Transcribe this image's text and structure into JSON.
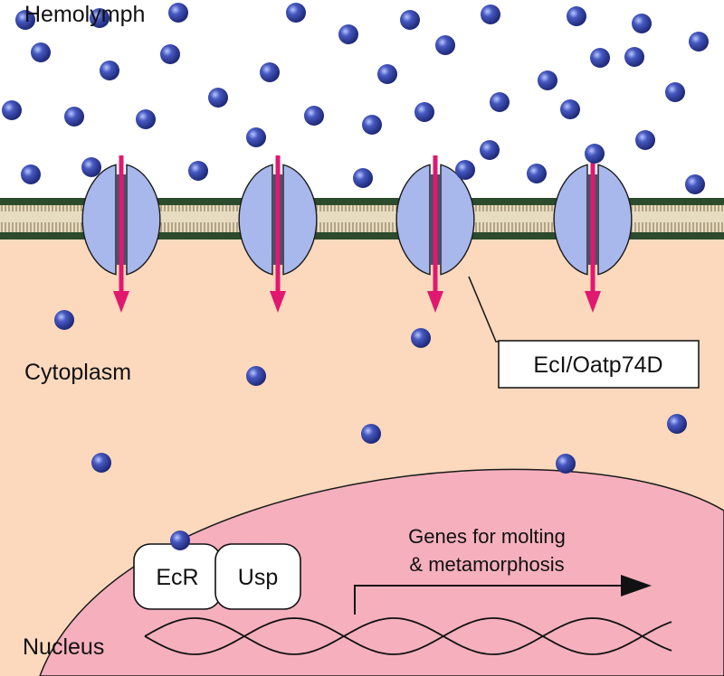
{
  "labels": {
    "hemolymph": "Hemolymph",
    "cytoplasm": "Cytoplasm",
    "nucleus": "Nucleus",
    "transporter": "EcI/Oatp74D",
    "ecr": "EcR",
    "usp": "Usp",
    "genes_line1": "Genes for molting",
    "genes_line2": "& metamorphosis"
  },
  "colors": {
    "hemolymph_bg": "#ffffff",
    "cytoplasm_bg": "#fcd9bd",
    "nucleus_fill": "#f6b0bd",
    "membrane_green": "#2c4a2c",
    "membrane_tail": "#9a8a6a",
    "transporter_fill": "#a8b8ec",
    "transporter_channel": "#4a5068",
    "arrow": "#e0186f",
    "ecdysone": "#2b3ea0",
    "text": "#111111"
  },
  "icons": {
    "ecdysone_molecule": "sphere-icon",
    "transport_arrow": "arrow-down-icon",
    "transcription_arrow": "arrow-right-icon"
  }
}
